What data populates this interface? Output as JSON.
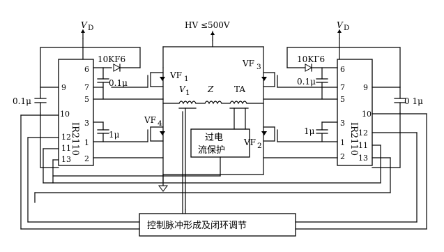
{
  "supply": {
    "left_vd": "V",
    "left_vd_sub": "D",
    "right_vd": "V",
    "right_vd_sub": "D",
    "hv": "HV ≤500V"
  },
  "ic_left": {
    "name": "IR2110",
    "pins": [
      "6",
      "7",
      "5",
      "9",
      "3",
      "10",
      "12",
      "11",
      "13",
      "1",
      "2"
    ]
  },
  "ic_right": {
    "name": "IR2110",
    "pins": [
      "6",
      "7",
      "5",
      "9",
      "3",
      "10",
      "12",
      "11",
      "13",
      "1",
      "2"
    ]
  },
  "components": {
    "left_bootstrap": "10KF6",
    "right_bootstrap": "10KΓ6",
    "left_cap_top": "0.1μ",
    "left_cap_side": "0.1μ",
    "left_cap_low": "1μ",
    "right_cap_top": "0.1μ",
    "right_cap_side": "0 1μ",
    "right_cap_low": "1μ",
    "vf1": "VF",
    "vf1_sub": "1",
    "vf4": "VF",
    "vf4_sub": "4",
    "vf3": "VF",
    "vf3_sub": "3",
    "vf2": "VF",
    "vf2_sub": "2",
    "v1": "V",
    "v1_sub": "1",
    "z": "Z",
    "ta": "TA"
  },
  "blocks": {
    "overcurrent_line1": "过电",
    "overcurrent_line2": "流保护",
    "control": "控制脉冲形成及闭环调节"
  }
}
